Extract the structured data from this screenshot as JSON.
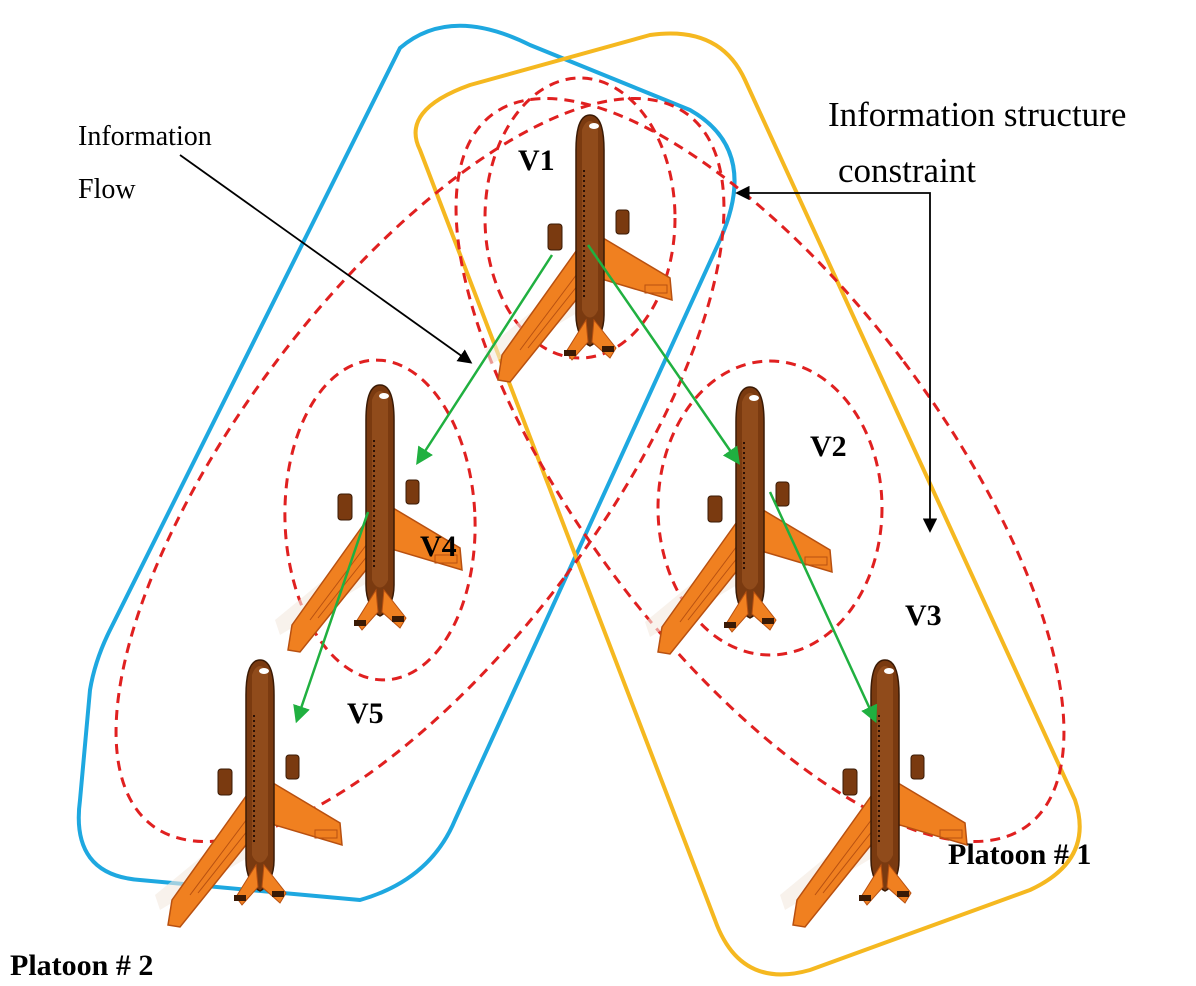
{
  "labels": {
    "info_flow_line1": "Information",
    "info_flow_line2": "Flow",
    "constraint_line1": "Information structure",
    "constraint_line2": "constraint",
    "platoon1": "Platoon # 1",
    "platoon2": "Platoon # 2"
  },
  "vehicles": [
    {
      "id": "V1"
    },
    {
      "id": "V2"
    },
    {
      "id": "V3"
    },
    {
      "id": "V4"
    },
    {
      "id": "V5"
    }
  ],
  "colors": {
    "platoon1_boundary": "#f5b820",
    "platoon2_boundary": "#1ea8e0",
    "constraint_ellipse": "#e02020",
    "information_flow_arrow": "#20b040",
    "aircraft_fuselage": "#7a3a10",
    "aircraft_wing": "#f08020"
  },
  "icons": {
    "aircraft": "airplane-top-view-icon"
  }
}
